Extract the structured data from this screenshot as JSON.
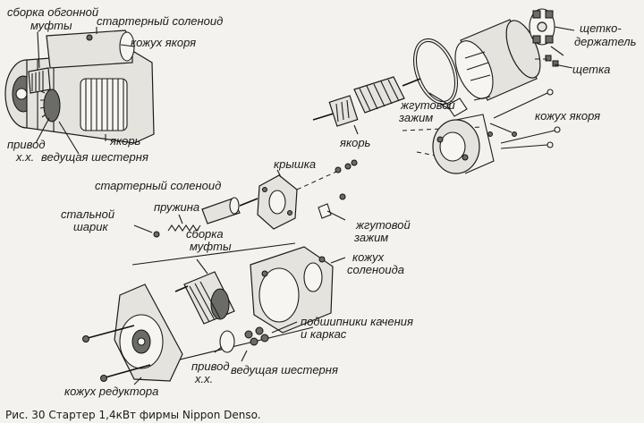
{
  "labels": {
    "top_left_clutch": [
      "сборка обгонной",
      "муфты"
    ],
    "top_solenoid": "стартерный соленоид",
    "top_armature_housing": "кожух якоря",
    "top_armature": "якорь",
    "top_drive": [
      "привод",
      "х.х."
    ],
    "top_pinion": "ведущая шестерня",
    "brush_holder": [
      "щетко-",
      "держатель"
    ],
    "brush": "щетка",
    "right_armature_housing": "кожух якоря",
    "wire_clamp_upper": [
      "жгутовой",
      "зажим"
    ],
    "armature_mid": "якорь",
    "cover": "крышка",
    "mid_solenoid": "стартерный соленоид",
    "spring": "пружина",
    "steel_ball": [
      "стальной",
      "шарик"
    ],
    "clutch_mid": [
      "сборка",
      "муфты"
    ],
    "wire_clamp_lower": [
      "жгутовой",
      "зажим"
    ],
    "solenoid_housing": [
      "кожух",
      "соленоида"
    ],
    "bearings_frame": [
      "подшипники качения",
      "и каркас"
    ],
    "bottom_drive": [
      "привод",
      "х.х."
    ],
    "bottom_pinion": "ведущая шестерня",
    "gear_housing": "кожух редуктора"
  },
  "caption": "Рис. 30 Стартер 1,4кВт фирмы Nippon Denso."
}
